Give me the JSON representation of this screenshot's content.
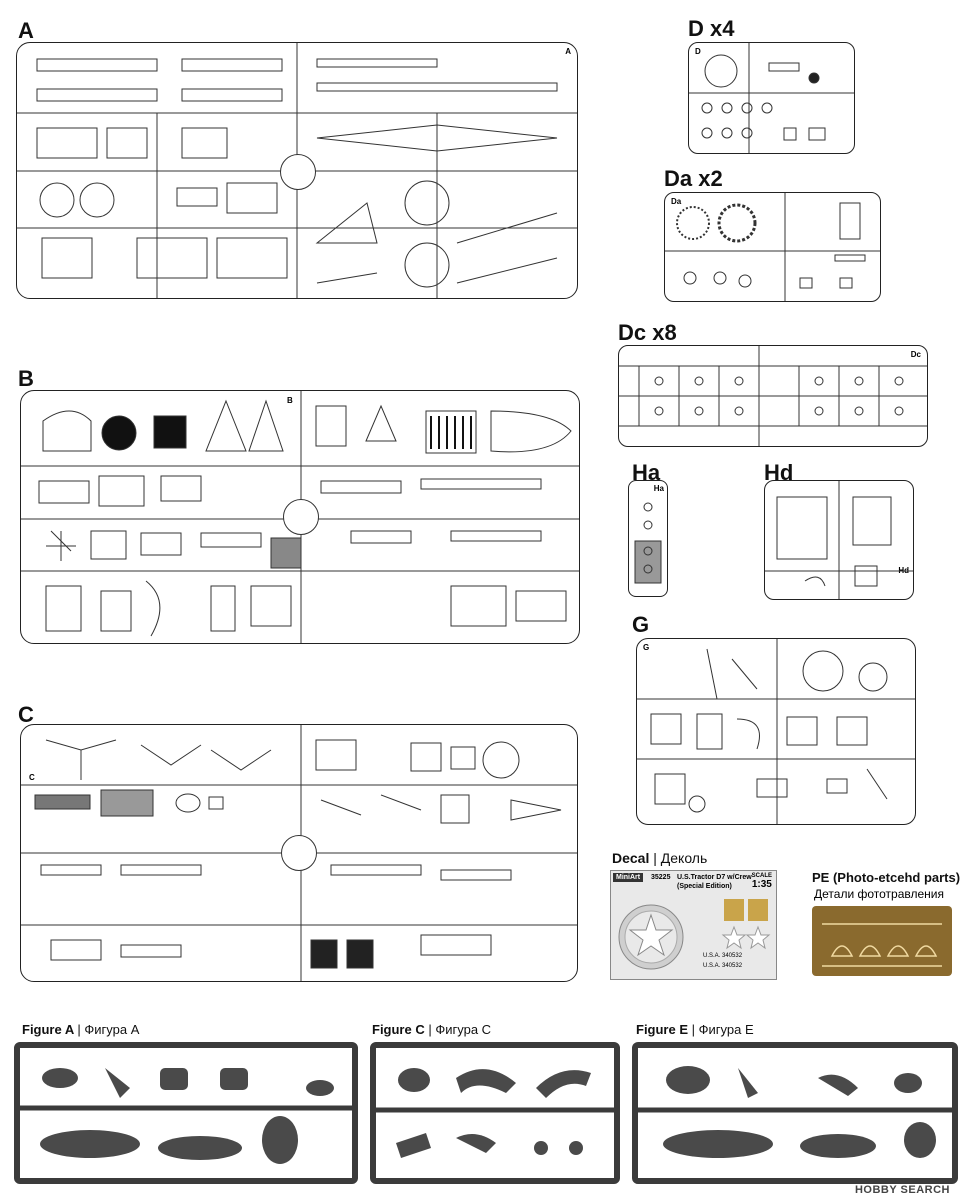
{
  "sprues": {
    "A": {
      "label": "A",
      "tag": "A"
    },
    "B": {
      "label": "B",
      "tag": "B"
    },
    "C": {
      "label": "C",
      "tag": "C"
    },
    "D": {
      "label": "D x4",
      "tag": "D"
    },
    "Da": {
      "label": "Da x2",
      "tag": "Da"
    },
    "Dc": {
      "label": "Dc x8",
      "tag": "Dc"
    },
    "Ha": {
      "label": "Ha",
      "tag": "Ha"
    },
    "Hd": {
      "label": "Hd",
      "tag": "Hd"
    },
    "G": {
      "label": "G",
      "tag": "G"
    }
  },
  "decal": {
    "label": "Decal",
    "label_ru": "Деколь",
    "brand": "MiniArt",
    "code": "35225",
    "title": "U.S.Tractor D7 w/Crew",
    "edition": "(Special Edition)",
    "scale_label": "SCALE",
    "scale": "1:35",
    "serials": [
      "U.S.A. 340532",
      "U.S.A. 340532"
    ]
  },
  "pe": {
    "label": "PE (Photo-etcehd parts)",
    "label_ru": "Детали фототравления"
  },
  "figures": [
    {
      "label": "Figure A",
      "label_ru": "Фигура А"
    },
    {
      "label": "Figure C",
      "label_ru": "Фигура С"
    },
    {
      "label": "Figure E",
      "label_ru": "Фигура Е"
    }
  ],
  "watermark": "HOBBY SEARCH",
  "colors": {
    "ink": "#222222",
    "figure_plastic": "#3b3b3b",
    "pe_brass": "#8a6a2e",
    "decal_bg": "#e9e9e9"
  }
}
